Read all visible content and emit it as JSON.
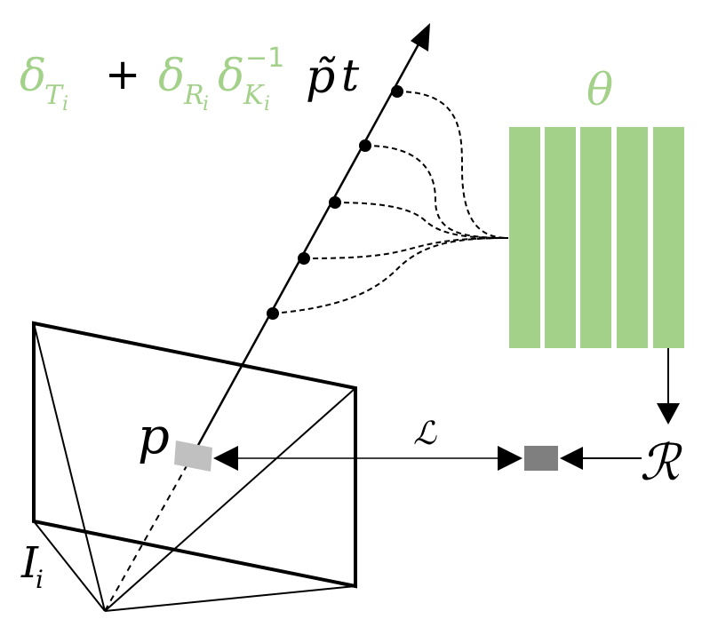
{
  "equation": {
    "delta": "δ",
    "sub_T": "T",
    "sub_R": "R",
    "sub_K": "K",
    "sub_i": "i",
    "sup_minus1": "−1",
    "plus": "+",
    "p_tilde": "p̃",
    "t": "t"
  },
  "labels": {
    "theta": "θ",
    "R_render": "ℛ",
    "L_loss": "ℒ",
    "pixel": "p",
    "image_base": "I",
    "image_sub": "i"
  },
  "colors": {
    "network_green": "#a3d18a",
    "pixel_light_gray": "#c0c0c0",
    "pixel_dark_gray": "#7f7f7f",
    "line": "#000000"
  },
  "network": {
    "layer_count": 5
  },
  "ray": {
    "sample_point_count": 5
  }
}
